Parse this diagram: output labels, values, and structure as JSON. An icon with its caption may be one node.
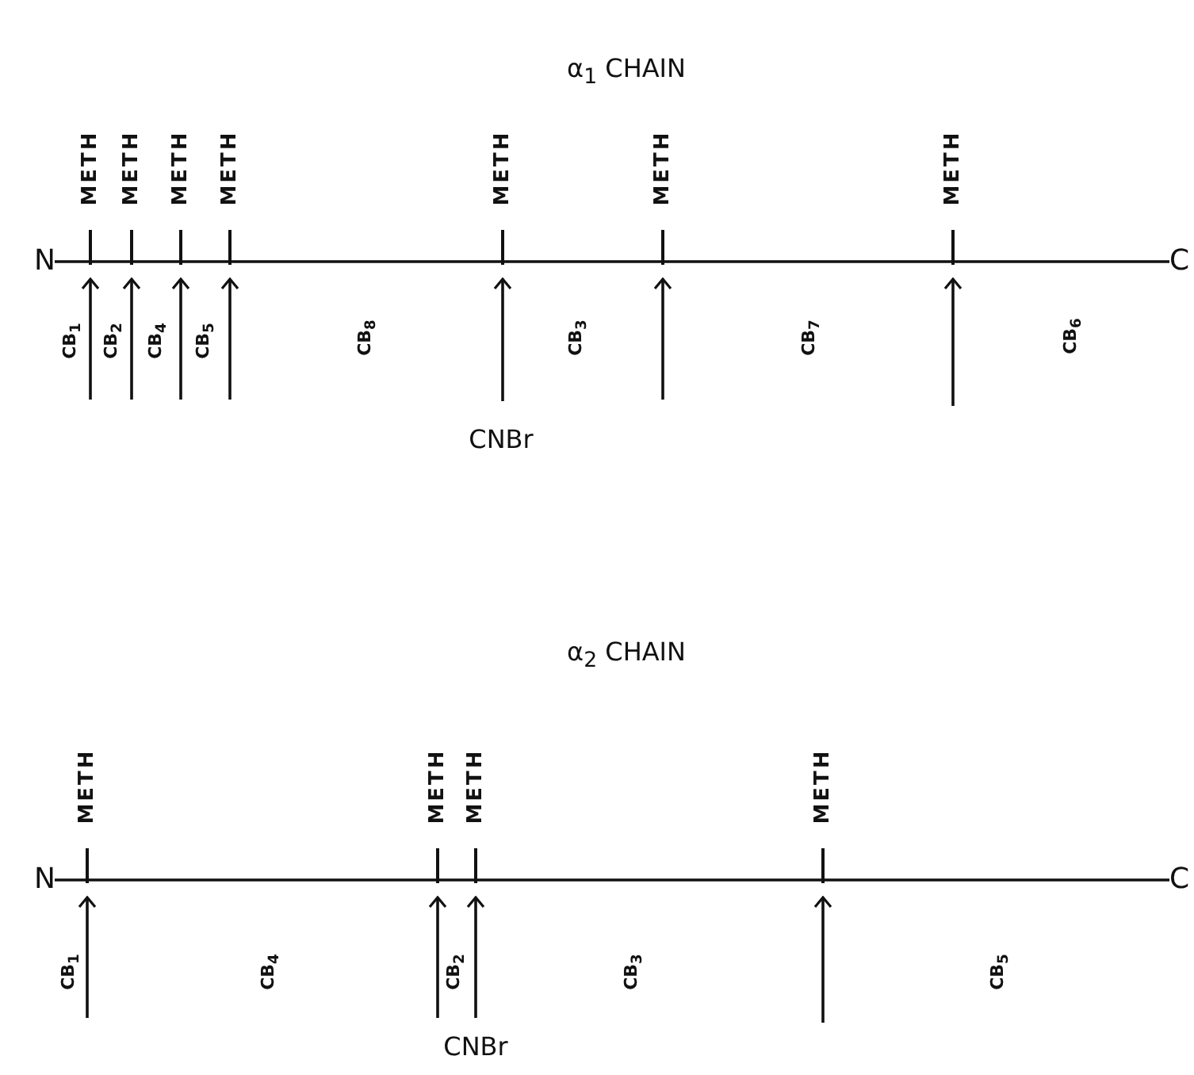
{
  "diagram": {
    "nodes": [
      {
        "text": [
          "N"
        ]
      },
      {
        "text": [
          "C"
        ]
      },
      {
        "text": [
          "METH"
        ]
      },
      {
        "text": [
          "METH"
        ]
      },
      {
        "text": [
          "METH"
        ]
      },
      {
        "text": [
          "METH"
        ]
      },
      {
        "text": [
          "METH"
        ]
      },
      {
        "text": [
          "METH"
        ]
      },
      {
        "text": [
          "METH"
        ]
      },
      {
        "text": [
          "N"
        ]
      },
      {
        "text": [
          "C"
        ]
      },
      {
        "text": [
          "METH"
        ]
      },
      {
        "text": [
          "METH"
        ]
      },
      {
        "text": [
          "METH"
        ]
      },
      {
        "text": [
          "METH"
        ]
      }
    ],
    "edges": [
      {
        "from": 0,
        "to": 1,
        "arrow": "none"
      },
      {
        "from": null,
        "to": 2,
        "arrow": "to"
      },
      {
        "from": null,
        "to": 3,
        "arrow": "to"
      },
      {
        "from": null,
        "to": 4,
        "arrow": "to"
      },
      {
        "from": null,
        "to": 5,
        "arrow": "to"
      },
      {
        "from": null,
        "to": 6,
        "arrow": "to"
      },
      {
        "from": null,
        "to": 7,
        "arrow": "to"
      },
      {
        "from": null,
        "to": 8,
        "arrow": "to"
      },
      {
        "from": 9,
        "to": 10,
        "arrow": "none"
      },
      {
        "from": null,
        "to": 11,
        "arrow": "to"
      },
      {
        "from": null,
        "to": 12,
        "arrow": "to"
      },
      {
        "from": null,
        "to": 13,
        "arrow": "to"
      },
      {
        "from": null,
        "to": 14,
        "arrow": "to"
      }
    ],
    "labels": [
      "α$_{1}$ CHAIN",
      "CB$_{1}$",
      "CB$_{2}$",
      "CB$_{4}$",
      "CB$_{5}$",
      "CB$_{8}$",
      "CB$_{3}$",
      "CB$_{7}$",
      "CB$_{6}$",
      "CNBr",
      "α$_{2}$ CHAIN",
      "CB$_{1}$",
      "CB$_{4}$",
      "CB$_{2}$",
      "CB$_{3}$",
      "CB$_{5}$",
      "CNBr"
    ]
  }
}
